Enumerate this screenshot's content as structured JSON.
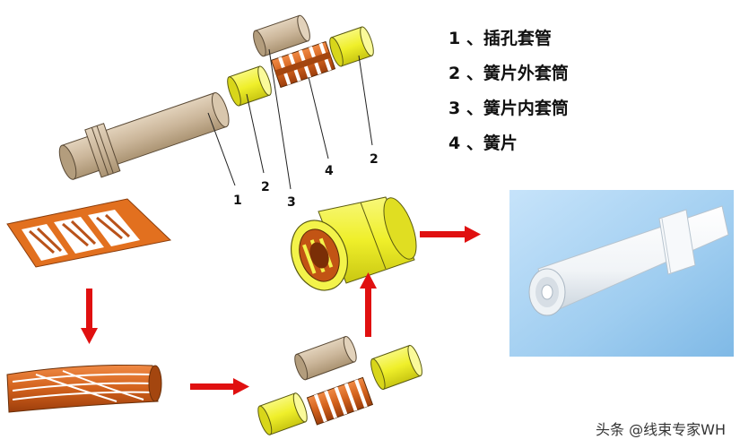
{
  "legend": [
    {
      "text": "1 、插孔套管"
    },
    {
      "text": "2 、簧片外套筒"
    },
    {
      "text": "3 、簧片内套筒"
    },
    {
      "text": "4 、簧片"
    }
  ],
  "callouts": {
    "sleeve": "1",
    "outer_left": "2",
    "inner": "3",
    "spring": "4",
    "outer_right": "2"
  },
  "watermark": "头条 @线束专家WH",
  "colors": {
    "tan": "#cbb69a",
    "yellow": "#efef2a",
    "copper": "#d2611c",
    "arrow": "#e01010",
    "photo_bg": "#9fcdf0"
  }
}
